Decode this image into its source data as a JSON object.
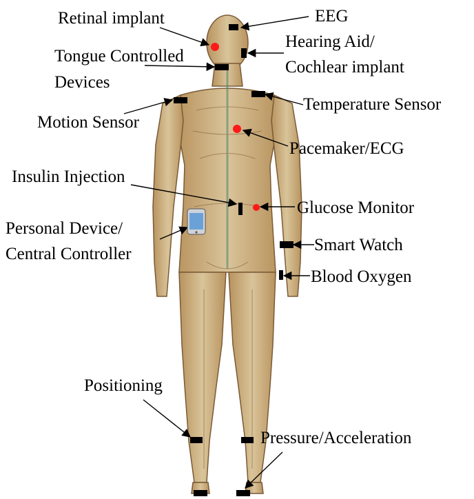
{
  "labels": {
    "retinal_implant": "Retinal implant",
    "eeg": "EEG",
    "tongue_line1": "Tongue Controlled",
    "tongue_line2": "Devices",
    "hearing_line1": "Hearing Aid/",
    "hearing_line2": "Cochlear implant",
    "motion_sensor": "Motion Sensor",
    "temperature_sensor": "Temperature Sensor",
    "pacemaker": "Pacemaker/ECG",
    "insulin": "Insulin Injection",
    "glucose": "Glucose Monitor",
    "personal_line1": "Personal Device/",
    "personal_line2": "Central Controller",
    "smart_watch": "Smart Watch",
    "blood_oxygen": "Blood Oxygen",
    "positioning": "Positioning",
    "pressure": "Pressure/Acceleration"
  },
  "colors": {
    "skin_light": "#d9c49a",
    "skin_mid": "#b8935e",
    "skin_dark": "#7a5a36",
    "sensor": "#000000",
    "implant_dot": "#ff1a1a",
    "phone_body": "#cfd3d8",
    "phone_screen": "#6aa2d8"
  },
  "icons": {
    "sensor_marker": "black-rectangle",
    "implant_marker": "red-dot",
    "phone": "smartphone-icon"
  }
}
